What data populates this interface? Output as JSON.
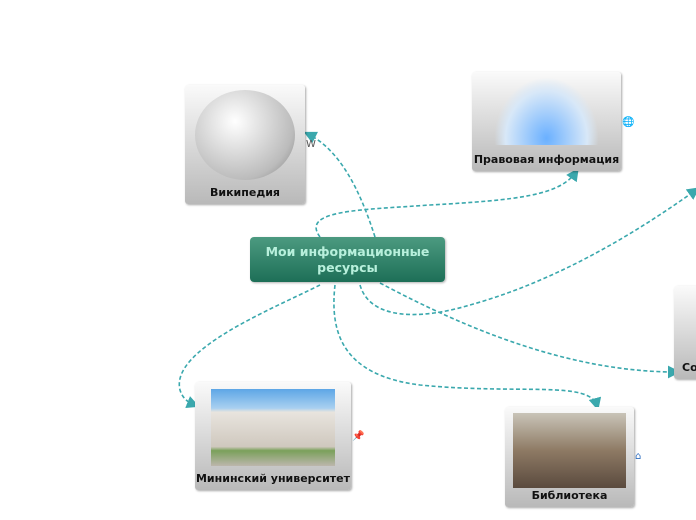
{
  "center": {
    "label": "Мои информационные ресурсы"
  },
  "nodes": [
    {
      "label": "Википедия",
      "icon": "wikipedia-icon"
    },
    {
      "label": "Правовая информация",
      "icon": "globe-icon"
    },
    {
      "label": "Co",
      "icon": ""
    },
    {
      "label": "Мининский университет",
      "icon": "pin-icon"
    },
    {
      "label": "Библиотека",
      "icon": "home-icon"
    }
  ],
  "icons": {
    "wiki_glyph": "W"
  },
  "colors": {
    "link": "#3aa8ad",
    "center_top": "#4c9a80",
    "center_bottom": "#1d6f57",
    "center_text": "#b8f0dc"
  }
}
